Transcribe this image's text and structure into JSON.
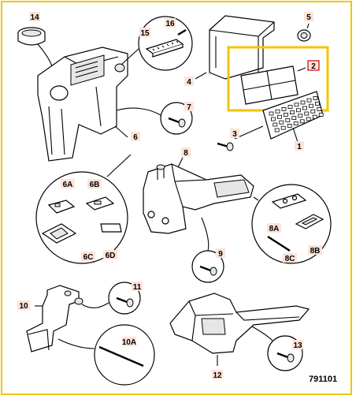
{
  "diagram": {
    "code": "791101",
    "highlight_color": "#f2c500",
    "label_bg_color": "#fde3d8",
    "callouts": {
      "c14": "14",
      "c16": "16",
      "c15": "15",
      "c5": "5",
      "c4": "4",
      "c2": "2",
      "c7": "7",
      "c6": "6",
      "c3": "3",
      "c1": "1",
      "c8": "8",
      "c6a": "6A",
      "c6b": "6B",
      "c6c": "6C",
      "c6d": "6D",
      "c8a": "8A",
      "c8b": "8B",
      "c8c": "8C",
      "c9": "9",
      "c10": "10",
      "c11": "11",
      "c10a": "10A",
      "c12": "12",
      "c13": "13"
    }
  }
}
